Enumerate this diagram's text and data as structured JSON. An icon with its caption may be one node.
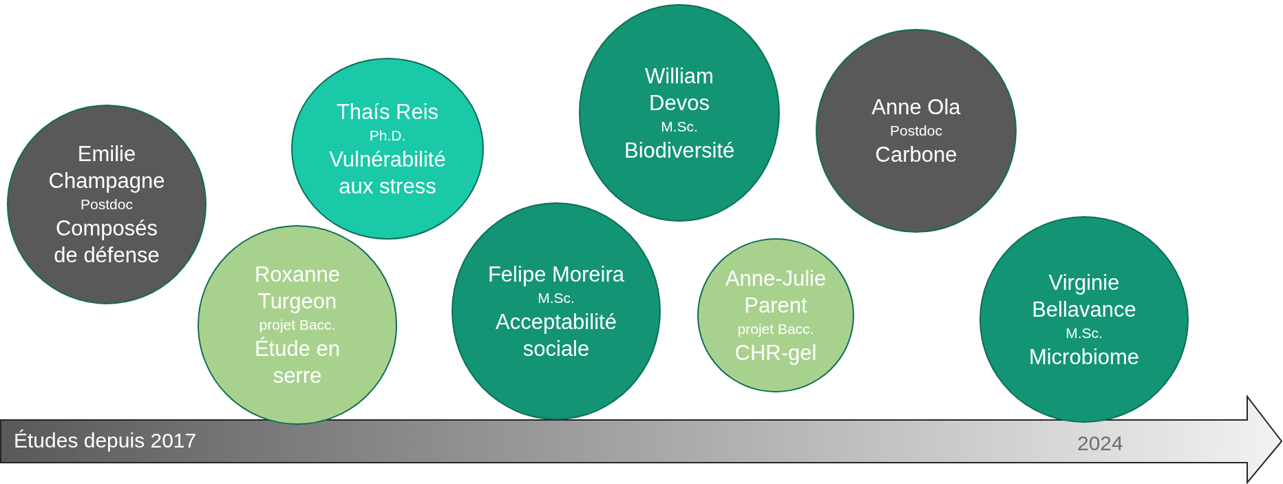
{
  "diagram": {
    "nodes": [
      {
        "text": [
          "Études depuis 2017",
          "2024"
        ]
      },
      {
        "text": [
          "Emilie Champagne",
          "Postdoc",
          "Composés de défense"
        ]
      },
      {
        "text": [
          "Roxanne Turgeon",
          "projet Bacc.",
          "Étude en serre"
        ]
      },
      {
        "text": [
          "Thaís Reis",
          "Ph.D.",
          "Vulnérabilité aux stress"
        ]
      },
      {
        "text": [
          "Felipe Moreira",
          "M.Sc.",
          "Acceptabilité sociale"
        ]
      },
      {
        "text": [
          "William Devos",
          "M.Sc.",
          "Biodiversité"
        ]
      },
      {
        "text": [
          "Anne-Julie Parent",
          "projet Bacc.",
          "CHR-gel"
        ]
      },
      {
        "text": [
          "Anne Ola",
          "Postdoc",
          "Carbone"
        ]
      },
      {
        "text": [
          "Virginie Bellavance",
          "M.Sc.",
          "Microbiome"
        ]
      }
    ],
    "edges": []
  }
}
